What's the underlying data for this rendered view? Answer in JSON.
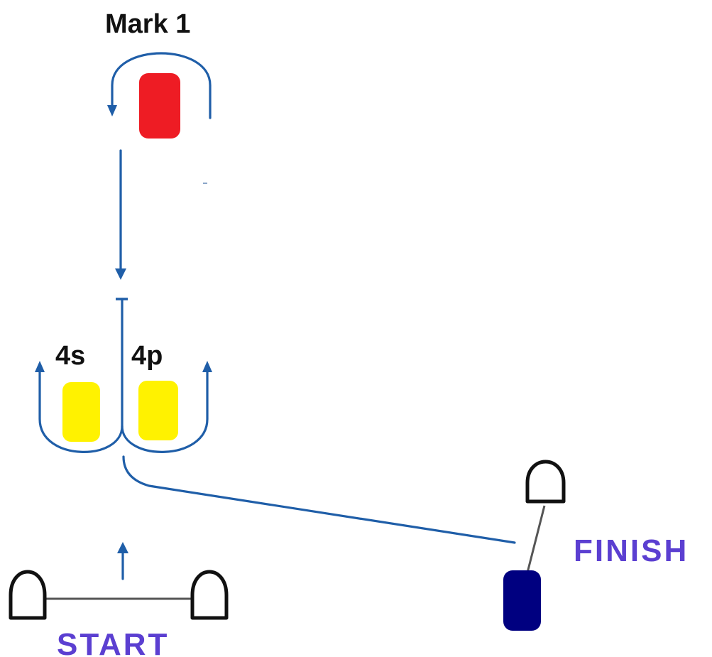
{
  "labels": {
    "mark1": "Mark 1",
    "gate_starboard": "4s",
    "gate_port": "4p",
    "start": "START",
    "finish": "FINISH"
  },
  "colors": {
    "course_line": "#1f5ea8",
    "mark1": "#ee1c24",
    "gate_marks": "#fff200",
    "finish_mark": "#000080",
    "start_finish_text": "#5b3fd1",
    "line": "#555555"
  },
  "icons": {
    "mark1": "red-mark-icon",
    "gate_marks": "yellow-gate-mark-icon",
    "committee_boats": "committee-boat-icon",
    "finish_mark": "navy-finish-mark-icon"
  }
}
